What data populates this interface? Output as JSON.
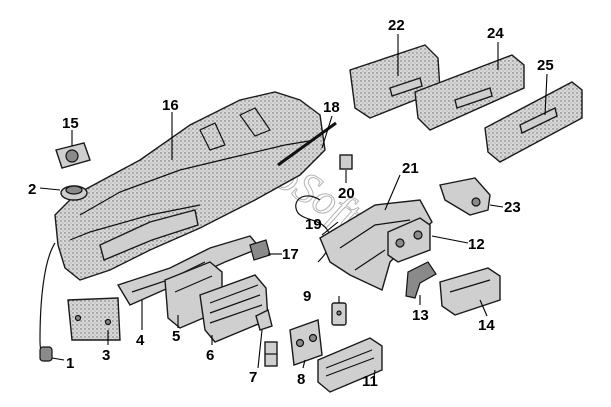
{
  "callouts": [
    "1",
    "2",
    "3",
    "4",
    "5",
    "6",
    "7",
    "8",
    "9",
    "11",
    "12",
    "13",
    "14",
    "15",
    "16",
    "17",
    "18",
    "19",
    "20",
    "21",
    "22",
    "23",
    "24",
    "25"
  ],
  "watermark_text": "AutoSoft"
}
